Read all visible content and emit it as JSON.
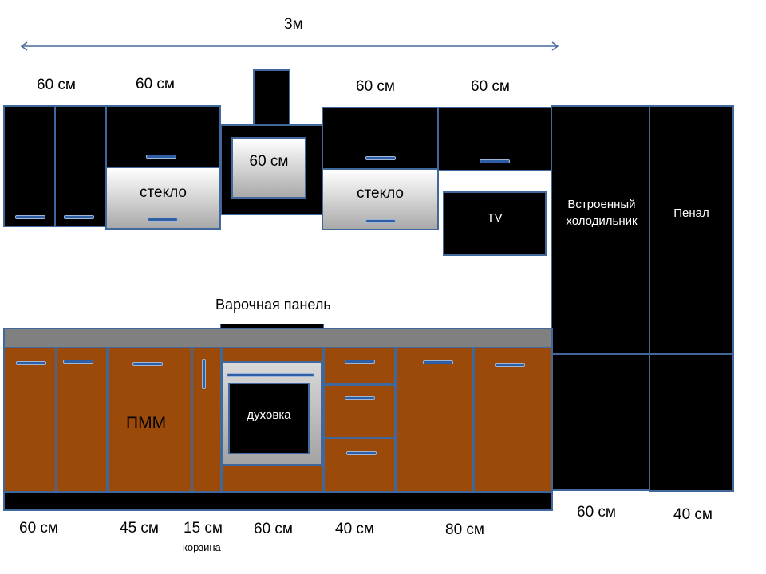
{
  "overall": {
    "width_label": "3м"
  },
  "upper_dims": {
    "d1": "60 см",
    "d2": "60 см",
    "d3": "60 см",
    "d4": "60 см"
  },
  "upper_labels": {
    "microwave": "60 см",
    "glass_left": "стекло",
    "glass_right": "стекло",
    "tv": "TV"
  },
  "tall_units": {
    "fridge": "Встроенный холодильник",
    "penal": "Пенал",
    "fridge_width": "60 см",
    "penal_width": "40 см"
  },
  "lower_labels": {
    "hob": "Варочная панель",
    "dishwasher": "ПММ",
    "oven": "духовка"
  },
  "lower_dims": {
    "d1": "60 см",
    "d2": "45 см",
    "d3": "15 см",
    "d3_note": "корзина",
    "d4": "60 см",
    "d5": "40 см",
    "d6": "80 см"
  },
  "colors": {
    "cabinet_black": "#000000",
    "edge_blue": "#41689a",
    "base_brown": "#9b4a0a",
    "countertop_gray": "#808080",
    "handle_blue": "#2e5fa6"
  }
}
